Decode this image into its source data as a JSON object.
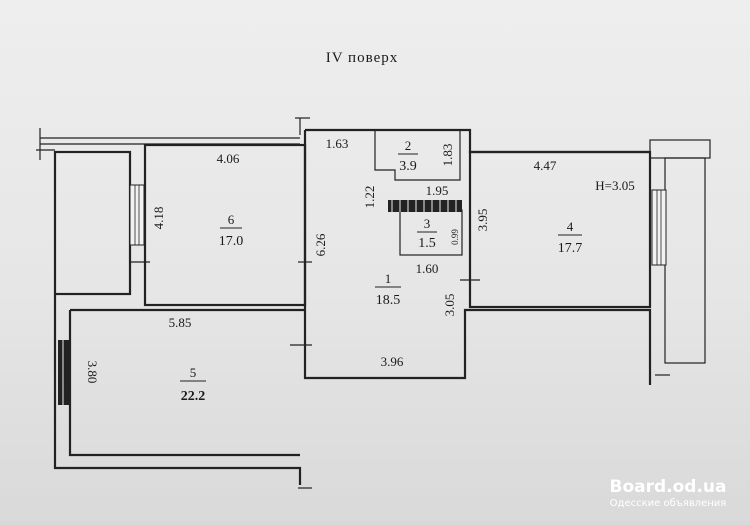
{
  "title": "IV поверх",
  "rooms": {
    "r1": {
      "num": "1",
      "area": "18.5"
    },
    "r2": {
      "num": "2",
      "area": "3.9"
    },
    "r3": {
      "num": "3",
      "area": "1.5"
    },
    "r4": {
      "num": "4",
      "area": "17.7"
    },
    "r5": {
      "num": "5",
      "area": "22.2"
    },
    "r6": {
      "num": "6",
      "area": "17.0"
    }
  },
  "dims": {
    "d406": "4.06",
    "d418": "4.18",
    "d626": "6.26",
    "d163": "1.63",
    "d183": "1.83",
    "d122": "1.22",
    "d195": "1.95",
    "d099": "0.99",
    "d160": "1.60",
    "d395": "3.95",
    "d305": "3.05",
    "d447": "4.47",
    "d585": "5.85",
    "d380": "3.80",
    "d396": "3.96"
  },
  "height_label": "H=3.05",
  "watermark": {
    "site": "Board.od.ua",
    "caption": "Одесские объявления"
  }
}
